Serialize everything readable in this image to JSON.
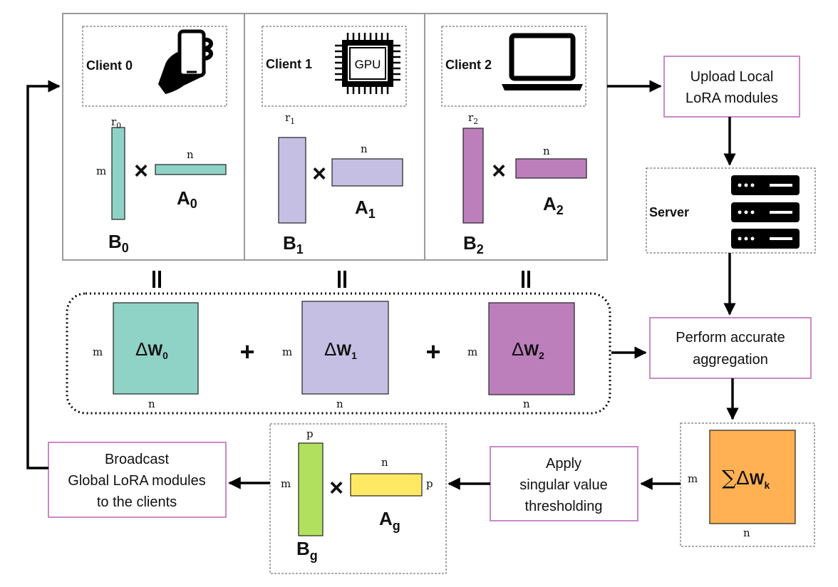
{
  "clients": [
    {
      "label": "Client 0",
      "r": "r",
      "r_sub": "0",
      "m": "m",
      "n": "n",
      "A": "A",
      "A_sub": "0",
      "B": "B",
      "B_sub": "0",
      "dW": "W",
      "dW_sub": "0",
      "device": "smartphone-icon"
    },
    {
      "label": "Client 1",
      "r": "r",
      "r_sub": "1",
      "m": "m",
      "n": "n",
      "A": "A",
      "A_sub": "1",
      "B": "B",
      "B_sub": "1",
      "dW": "W",
      "dW_sub": "1",
      "device": "gpu-chip-icon",
      "chip_text": "GPU"
    },
    {
      "label": "Client 2",
      "r": "r",
      "r_sub": "2",
      "m": "m",
      "n": "n",
      "A": "A",
      "A_sub": "2",
      "B": "B",
      "B_sub": "2",
      "dW": "W",
      "dW_sub": "2",
      "device": "laptop-icon"
    }
  ],
  "symbols": {
    "times": "×",
    "plus": "+",
    "equals": "=",
    "delta": "Δ",
    "sigma": "∑"
  },
  "flow": {
    "upload": [
      "Upload Local",
      "LoRA modules"
    ],
    "server": "Server",
    "aggregate": [
      "Perform accurate",
      "aggregation"
    ],
    "sum": {
      "m": "m",
      "n": "n",
      "label": "W",
      "sub": "k"
    },
    "svt": [
      "Apply",
      "singular value",
      "thresholding"
    ],
    "global": {
      "p_top": "p",
      "p_right": "p",
      "m": "m",
      "n": "n",
      "A": "A",
      "A_sub": "g",
      "B": "B",
      "B_sub": "g"
    },
    "broadcast": [
      "Broadcast",
      "Global LoRA modules",
      "to the clients"
    ]
  },
  "colors": {
    "teal": "#8fd3c6",
    "lavender": "#c5c0e3",
    "purple": "#bc7fbc",
    "green": "#b1e05f",
    "yellow": "#ffe964",
    "orange": "#ffb153",
    "box_border": "#c88ac8"
  }
}
